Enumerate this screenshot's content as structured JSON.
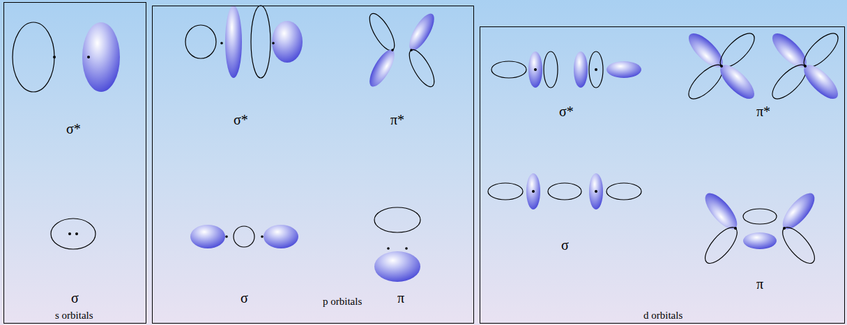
{
  "diagram": {
    "nodes": [
      {
        "text": [
          "s orbitals"
        ]
      },
      {
        "text": [
          "p orbitals"
        ]
      },
      {
        "text": [
          "d orbitals"
        ]
      }
    ],
    "labels": [
      "σ*",
      "σ",
      "σ*",
      "π*",
      "σ",
      "π",
      "σ*",
      "π*",
      "σ",
      "π"
    ]
  }
}
